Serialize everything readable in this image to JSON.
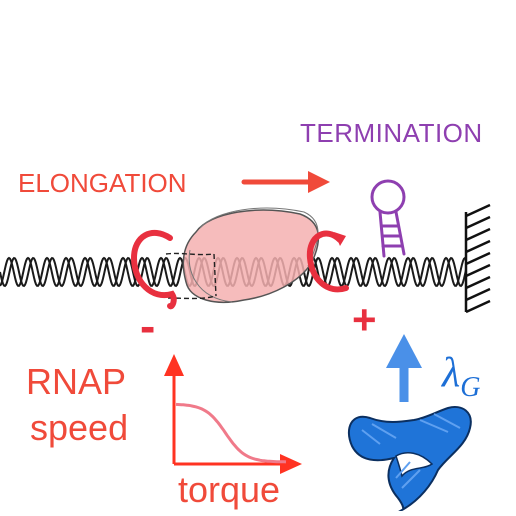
{
  "labels": {
    "termination": "TERMINATION",
    "elongation": "ELONGATION",
    "rnap_line1": "RNAP",
    "rnap_line2": "speed",
    "torque": "torque",
    "minus": "-",
    "plus": "+",
    "lambda": "λ",
    "lambda_sub": "G"
  },
  "colors": {
    "red": "#f04a3a",
    "purple": "#8e3fb0",
    "blue": "#1d6fd6",
    "arrow_blue": "#4a90e8",
    "curve_pink": "#f07a8a",
    "rnap_fill": "#f4b0b0",
    "dna": "#1a1a1a",
    "supercoil": "#e8303f"
  },
  "torque_curve": {
    "description_axis_x": "torque",
    "description_axis_y_lines": [
      "RNAP",
      "speed"
    ]
  }
}
